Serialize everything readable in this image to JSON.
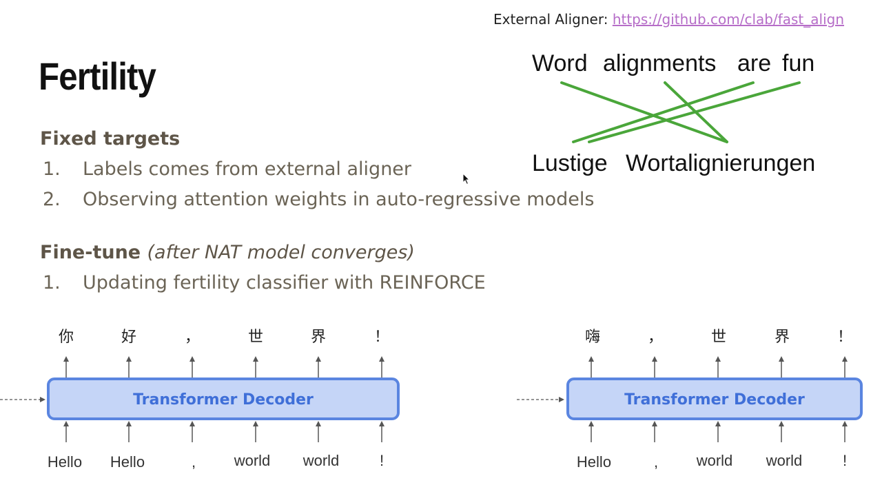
{
  "aligner_note": {
    "label": "External Aligner:",
    "url": "https://github.com/clab/fast_align"
  },
  "title": "Fertility",
  "fixed_targets": {
    "heading": "Fixed targets",
    "items": [
      {
        "num": "1.",
        "text": "Labels comes from external aligner"
      },
      {
        "num": "2.",
        "text": "Observing attention weights in auto-regressive models"
      }
    ]
  },
  "fine_tune": {
    "heading": "Fine-tune",
    "note": "(after NAT model converges)",
    "items": [
      {
        "num": "1.",
        "text": "Updating fertility classifier with REINFORCE"
      }
    ]
  },
  "alignment": {
    "source_words": [
      "Word",
      "alignments",
      "are",
      "fun"
    ],
    "target_words": [
      "Lustige",
      "Wortalignierungen"
    ],
    "line_color": "#4aa63a"
  },
  "decoder_left": {
    "label": "Transformer Decoder",
    "outputs": [
      "你",
      "好",
      "，",
      "世",
      "界",
      "！"
    ],
    "inputs": [
      "Hello",
      "Hello",
      ",",
      "world",
      "world",
      "!"
    ]
  },
  "decoder_right": {
    "label": "Transformer Decoder",
    "outputs": [
      "嗨",
      "，",
      "世",
      "界",
      "！"
    ],
    "inputs": [
      "Hello",
      ",",
      "world",
      "world",
      "!"
    ]
  },
  "colors": {
    "decoder_fill": "#c5d5f7",
    "decoder_border": "#5a85e0",
    "decoder_text": "#3f6fd8",
    "heading": "#5e5548",
    "body_text": "#6b6456"
  }
}
